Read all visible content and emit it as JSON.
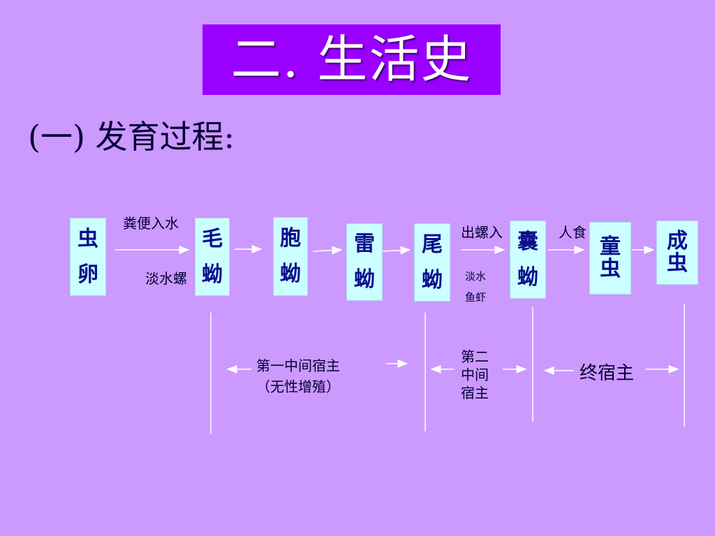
{
  "title": "二. 生活史",
  "subtitle": "(一) 发育过程:",
  "stages": [
    {
      "c1": "虫",
      "c2": "卵"
    },
    {
      "c1": "毛",
      "c2": "蚴"
    },
    {
      "c1": "胞",
      "c2": "蚴"
    },
    {
      "c1": "雷",
      "c2": "蚴"
    },
    {
      "c1": "尾",
      "c2": "蚴"
    },
    {
      "c1": "囊",
      "c2": "蚴"
    },
    {
      "c1": "童",
      "c2": "虫"
    },
    {
      "c1": "成",
      "c2": "虫"
    }
  ],
  "labels": {
    "feces_to_water": "粪便入水",
    "freshwater_snail": "淡水螺",
    "leave_snail": "出螺入",
    "human_eat": "人食",
    "freshwater": "淡水",
    "fish_shrimp": "鱼虾"
  },
  "hosts": {
    "first_intermediate": "第一中间宿主",
    "asexual": "（无性增殖）",
    "second_line1": "第二",
    "second_line2": "中间",
    "second_line3": "宿主",
    "definitive": "终宿主"
  },
  "colors": {
    "background": "#cc99ff",
    "title_box": "#9900ff",
    "stage_box": "#ccffff",
    "stage_text": "#0b0d8c"
  }
}
